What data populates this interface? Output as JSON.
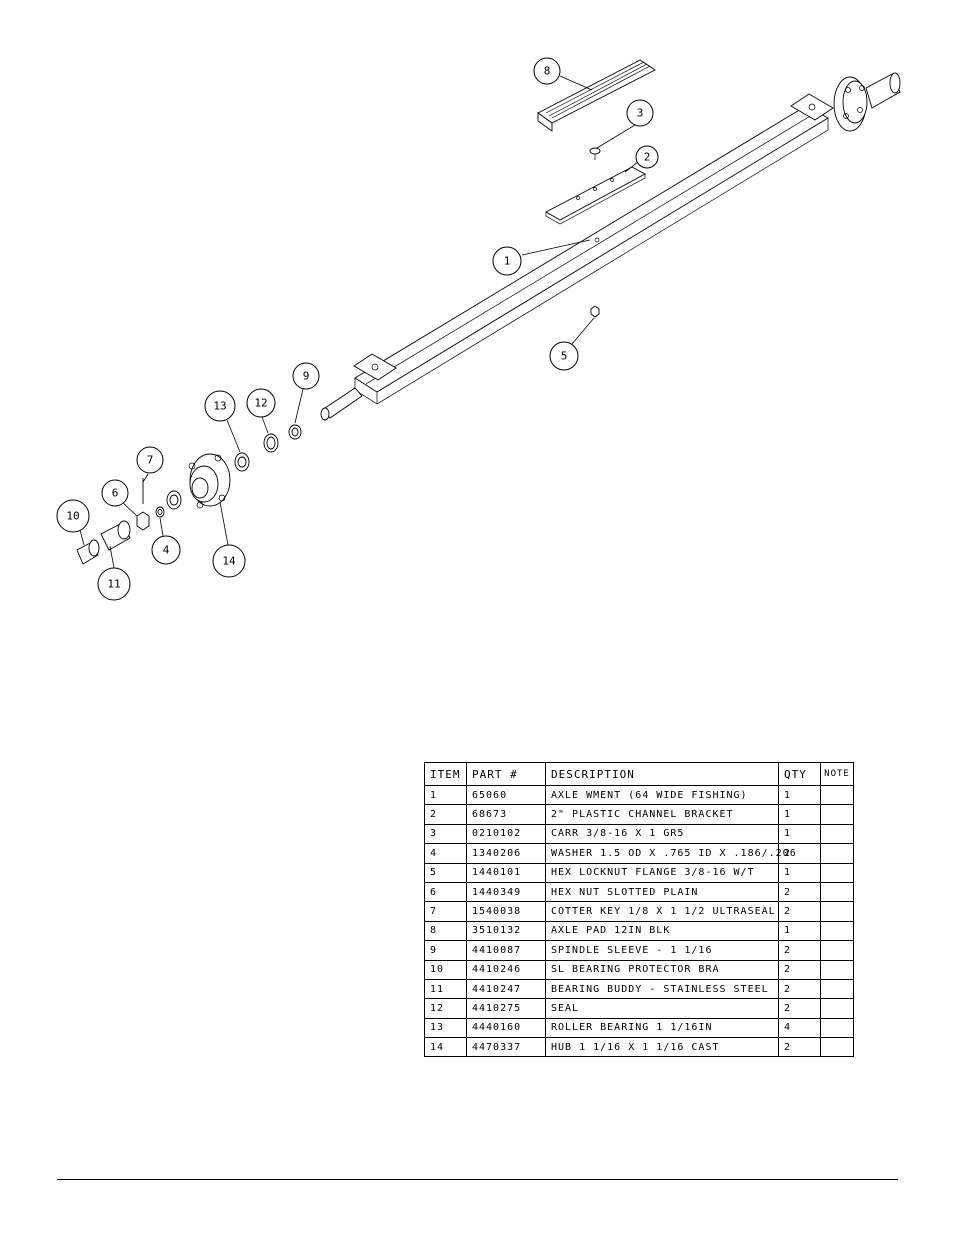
{
  "callouts": [
    {
      "num": "1"
    },
    {
      "num": "2"
    },
    {
      "num": "3"
    },
    {
      "num": "4"
    },
    {
      "num": "5"
    },
    {
      "num": "6"
    },
    {
      "num": "7"
    },
    {
      "num": "8"
    },
    {
      "num": "9"
    },
    {
      "num": "10"
    },
    {
      "num": "11"
    },
    {
      "num": "12"
    },
    {
      "num": "13"
    },
    {
      "num": "14"
    }
  ],
  "table": {
    "headers": {
      "item": "ITEM",
      "part": "PART #",
      "desc": "DESCRIPTION",
      "qty": "QTY",
      "note": "NOTE"
    },
    "rows": [
      {
        "item": "1",
        "part": "65060",
        "desc": "AXLE WMENT (64 WIDE FISHING)",
        "qty": "1",
        "note": ""
      },
      {
        "item": "2",
        "part": "68673",
        "desc": "2\" PLASTIC CHANNEL BRACKET",
        "qty": "1",
        "note": ""
      },
      {
        "item": "3",
        "part": "0210102",
        "desc": "CARR 3/8-16 X 1 GR5",
        "qty": "1",
        "note": ""
      },
      {
        "item": "4",
        "part": "1340206",
        "desc": "WASHER 1.5 OD X .765 ID X .186/.206",
        "qty": "2",
        "note": ""
      },
      {
        "item": "5",
        "part": "1440101",
        "desc": "HEX LOCKNUT FLANGE 3/8-16 W/T",
        "qty": "1",
        "note": ""
      },
      {
        "item": "6",
        "part": "1440349",
        "desc": "HEX NUT SLOTTED PLAIN",
        "qty": "2",
        "note": ""
      },
      {
        "item": "7",
        "part": "1540038",
        "desc": "COTTER KEY 1/8 X 1 1/2 ULTRASEAL",
        "qty": "2",
        "note": ""
      },
      {
        "item": "8",
        "part": "3510132",
        "desc": "AXLE PAD 12IN  BLK",
        "qty": "1",
        "note": ""
      },
      {
        "item": "9",
        "part": "4410087",
        "desc": "SPINDLE SLEEVE - 1 1/16",
        "qty": "2",
        "note": ""
      },
      {
        "item": "10",
        "part": "4410246",
        "desc": "SL BEARING PROTECTOR BRA",
        "qty": "2",
        "note": ""
      },
      {
        "item": "11",
        "part": "4410247",
        "desc": "BEARING BUDDY - STAINLESS STEEL",
        "qty": "2",
        "note": ""
      },
      {
        "item": "12",
        "part": "4410275",
        "desc": "SEAL",
        "qty": "2",
        "note": ""
      },
      {
        "item": "13",
        "part": "4440160",
        "desc": "ROLLER BEARING   1 1/16IN",
        "qty": "4",
        "note": ""
      },
      {
        "item": "14",
        "part": "4470337",
        "desc": "HUB   1 1/16 X 1 1/16 CAST",
        "qty": "2",
        "note": ""
      }
    ]
  }
}
